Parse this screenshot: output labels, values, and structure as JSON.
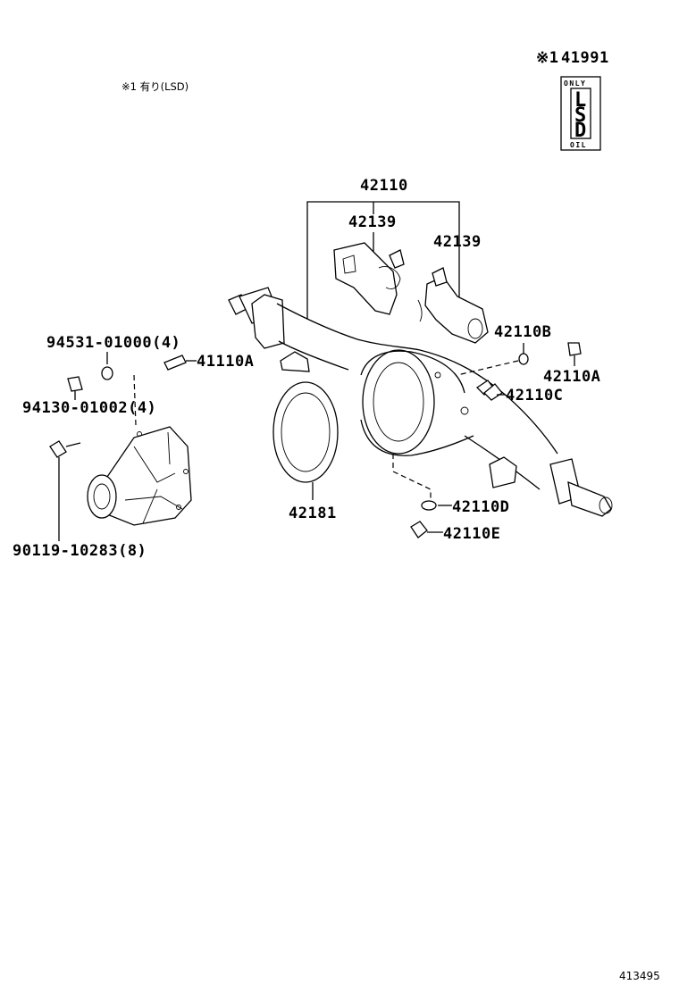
{
  "note": "※1 有り(LSD)",
  "lsd_tag": {
    "ref": "※1",
    "part_no": "41991",
    "top_text": "ONLY",
    "letters": [
      "L",
      "S",
      "D"
    ],
    "bottom_text": "OIL"
  },
  "callouts": {
    "housing": "42110",
    "bracket_left": "42139",
    "bracket_right": "42139",
    "plug_b": "42110B",
    "bolt_a": "42110A",
    "breather_c": "42110C",
    "plug_d": "42110D",
    "plug_e": "42110E",
    "gasket": "42181",
    "stud": "41110A",
    "washer": "94531-01000(4)",
    "nut": "94130-01002(4)",
    "carrier_bolt": "90119-10283(8)"
  },
  "illustration_id": "413495"
}
